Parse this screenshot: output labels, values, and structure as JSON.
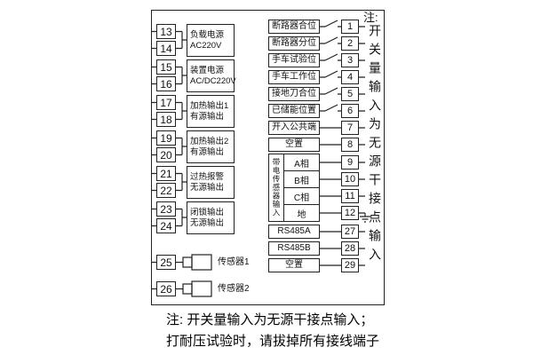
{
  "diagram": {
    "left_groups": [
      {
        "t1": "13",
        "t2": "14",
        "line1": "负载电源",
        "line2": "AC220V"
      },
      {
        "t1": "15",
        "t2": "16",
        "line1": "装置电源",
        "line2": "AC/DC220V"
      },
      {
        "t1": "17",
        "t2": "18",
        "line1": "加热输出1",
        "line2": "有源输出"
      },
      {
        "t1": "19",
        "t2": "20",
        "line1": "加热输出2",
        "line2": "有源输出"
      },
      {
        "t1": "21",
        "t2": "22",
        "line1": "过热报警",
        "line2": "无源输出"
      },
      {
        "t1": "23",
        "t2": "24",
        "line1": "闭锁输出",
        "line2": "无源输出"
      }
    ],
    "sensors": [
      {
        "t": "25",
        "label": "传感器1"
      },
      {
        "t": "26",
        "label": "传感器2"
      }
    ],
    "right_rows": [
      {
        "label": "断路器合位",
        "t": "1"
      },
      {
        "label": "断路器分位",
        "t": "2"
      },
      {
        "label": "手车试验位",
        "t": "3"
      },
      {
        "label": "手车工作位",
        "t": "4"
      },
      {
        "label": "接地刀合位",
        "t": "5"
      },
      {
        "label": "已储能位置",
        "t": "6"
      },
      {
        "label": "开入公共端",
        "t": "7"
      },
      {
        "label": "空置",
        "t": "8"
      }
    ],
    "sensor_group": {
      "label": "带电传感器输入",
      "rows": [
        {
          "label": "A相",
          "t": "9"
        },
        {
          "label": "B相",
          "t": "10"
        },
        {
          "label": "C相",
          "t": "11"
        },
        {
          "label": "地",
          "t": "12"
        }
      ]
    },
    "comm_rows": [
      {
        "label": "RS485A",
        "t": "27"
      },
      {
        "label": "RS485B",
        "t": "28"
      },
      {
        "label": "空置",
        "t": "29"
      }
    ],
    "side_note": {
      "prefix": "注:",
      "text": "开关量输入为无源干接点输入"
    },
    "bottom_notes": [
      "注: 开关量输入为无源干接点输入；",
      "打耐压试验时，请拔掉所有接线端子"
    ]
  }
}
